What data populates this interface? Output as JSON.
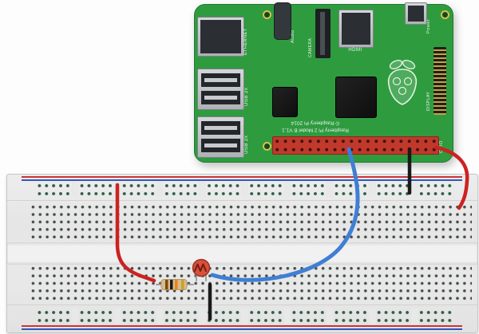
{
  "pi_board": {
    "silkscreen": {
      "line1": "Raspberry Pi 2 Model B V1.1",
      "line2": "© Raspberry Pi 2014"
    },
    "labels": {
      "ethernet": "ETHERNET",
      "usb_top": "USB 2x",
      "usb_bottom": "USB 2x",
      "audio": "Audio",
      "camera": "CAMERA",
      "hdmi": "HDMI",
      "power": "Power",
      "display": "DISPLAY",
      "gpio": "GPIO"
    },
    "colors": {
      "pcb": "#2e9b3f",
      "gpio_header": "#c0392b"
    }
  },
  "breadboard": {
    "colors": {
      "body": "#e8e8e8",
      "rail_red_line": "#cc3333",
      "rail_blue_line": "#3355bb",
      "main_hole": "#454d48",
      "rail_hole": "#2f5f45"
    }
  },
  "components": {
    "resistor": {
      "body_color": "#d9bc8f",
      "band_colors": [
        "#7b4a12",
        "#1c1c1c",
        "#e8821e",
        "#c9a227"
      ],
      "lead_color": "#9aa0a6"
    },
    "photocell": {
      "body_color": "#d8503c",
      "squiggle_color": "#6e1f12",
      "lead_color": "#9aa0a6"
    }
  },
  "wires": {
    "red_left": {
      "color": "#cc2222"
    },
    "red_right": {
      "color": "#cc2222"
    },
    "blue_sense": {
      "color": "#3f7fd4"
    },
    "black_ground": {
      "color": "#1a1a1a"
    },
    "black_breadboard": {
      "color": "#1a1a1a"
    }
  }
}
